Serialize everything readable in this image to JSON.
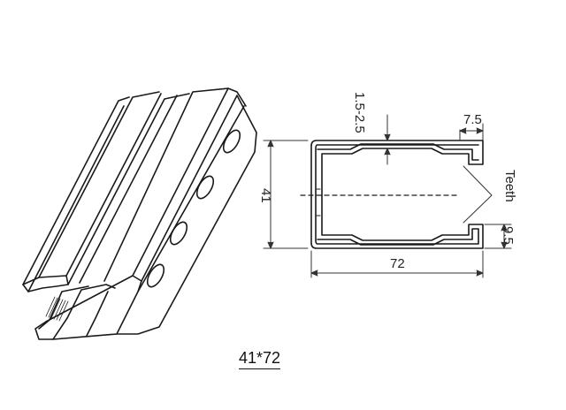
{
  "drawing": {
    "caption": "41*72",
    "dimensions": {
      "height": "41",
      "width": "72",
      "wall_thickness": "1.5-2.5",
      "lip": "7.5",
      "lip_bottom": "9.5"
    },
    "teeth_label": "Teeth"
  }
}
